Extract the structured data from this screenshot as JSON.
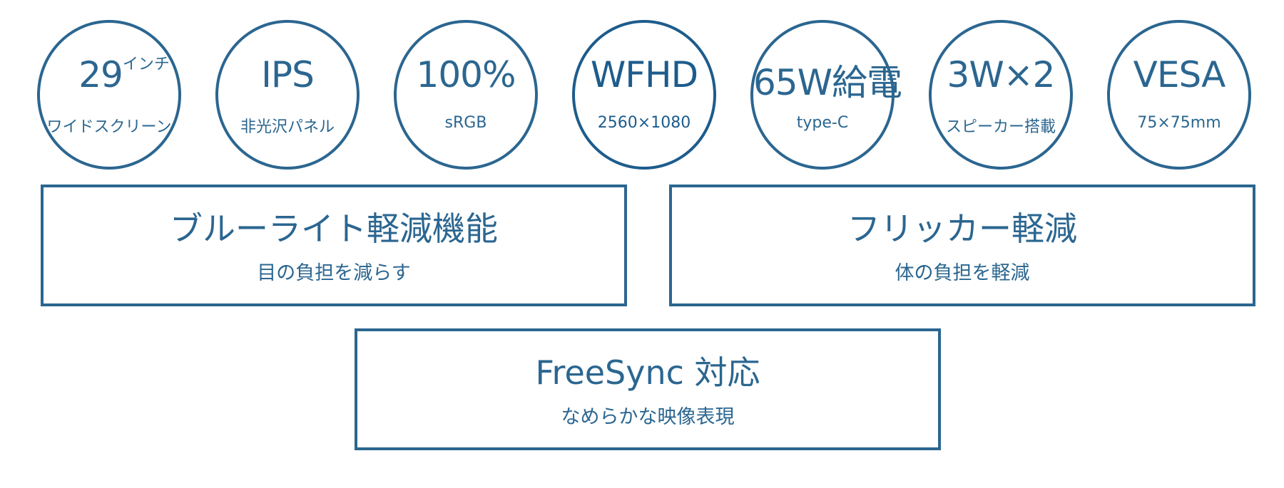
{
  "badges": [
    {
      "title": "29",
      "title_suffix": "インチ",
      "subtitle": "ワイドスクリーン"
    },
    {
      "title": "IPS",
      "subtitle": "非光沢パネル"
    },
    {
      "title": "100%",
      "subtitle": "sRGB"
    },
    {
      "title": "WFHD",
      "subtitle": "2560×1080"
    },
    {
      "title": "65W給電",
      "subtitle": "type-C"
    },
    {
      "title": "3W×2",
      "subtitle": "スピーカー搭載"
    },
    {
      "title": "VESA",
      "subtitle": "75×75mm"
    }
  ],
  "features": [
    {
      "title": "ブルーライト軽減機能",
      "subtitle": "目の負担を減らす"
    },
    {
      "title": "フリッカー軽減",
      "subtitle": "体の負担を軽減"
    },
    {
      "title": "FreeSync 対応",
      "subtitle": "なめらかな映像表現"
    }
  ],
  "colors": {
    "accent": "#2b6690",
    "accent_dark": "#1d5c8c"
  }
}
